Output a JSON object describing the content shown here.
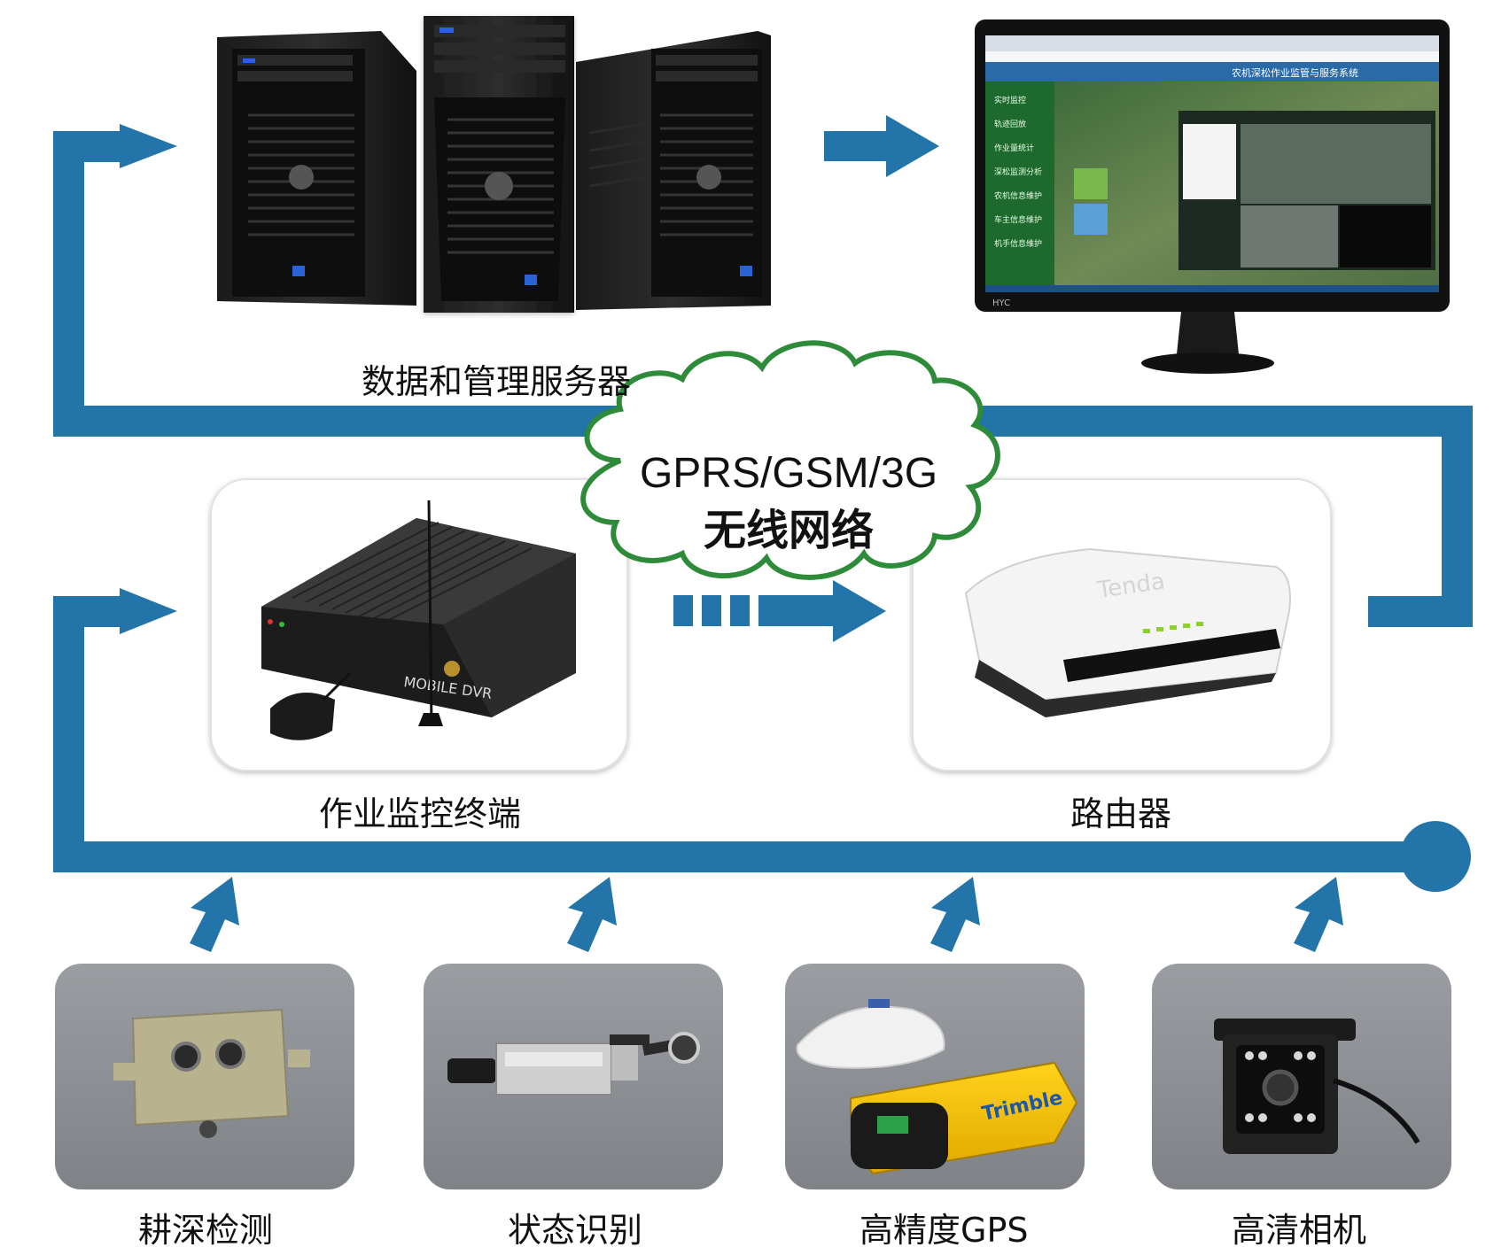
{
  "colors": {
    "flow": "#2374A8",
    "cloud_stroke": "#2E8B3A",
    "cloud_fill": "#ffffff",
    "photo_bg": "#8f9297"
  },
  "top": {
    "servers_label": "数据和管理服务器"
  },
  "network": {
    "line1": "GPRS/GSM/3G",
    "line2": "无线网络"
  },
  "middle": {
    "terminal_label": "作业监控终端",
    "router_label": "路由器"
  },
  "bottom": {
    "items": [
      {
        "label": "耕深检测"
      },
      {
        "label": "状态识别"
      },
      {
        "label": "高精度GPS"
      },
      {
        "label": "高清相机"
      }
    ]
  },
  "monitor": {
    "app_title": "农机深松作业监管与服务系统",
    "menu": [
      "实时监控",
      "轨迹回放",
      "作业量统计",
      "深松监测分析",
      "农机信息维护",
      "车主信息维护",
      "机手信息维护"
    ],
    "brand": "HYC"
  },
  "devices": {
    "dvr_text": "MOBILE DVR",
    "router_brand": "Tenda",
    "gps_brand": "Trimble"
  },
  "icons": [
    "server-icon",
    "monitor-icon",
    "dvr-icon",
    "router-icon",
    "depth-sensor-icon",
    "limit-switch-icon",
    "gps-receiver-icon",
    "camera-icon"
  ]
}
